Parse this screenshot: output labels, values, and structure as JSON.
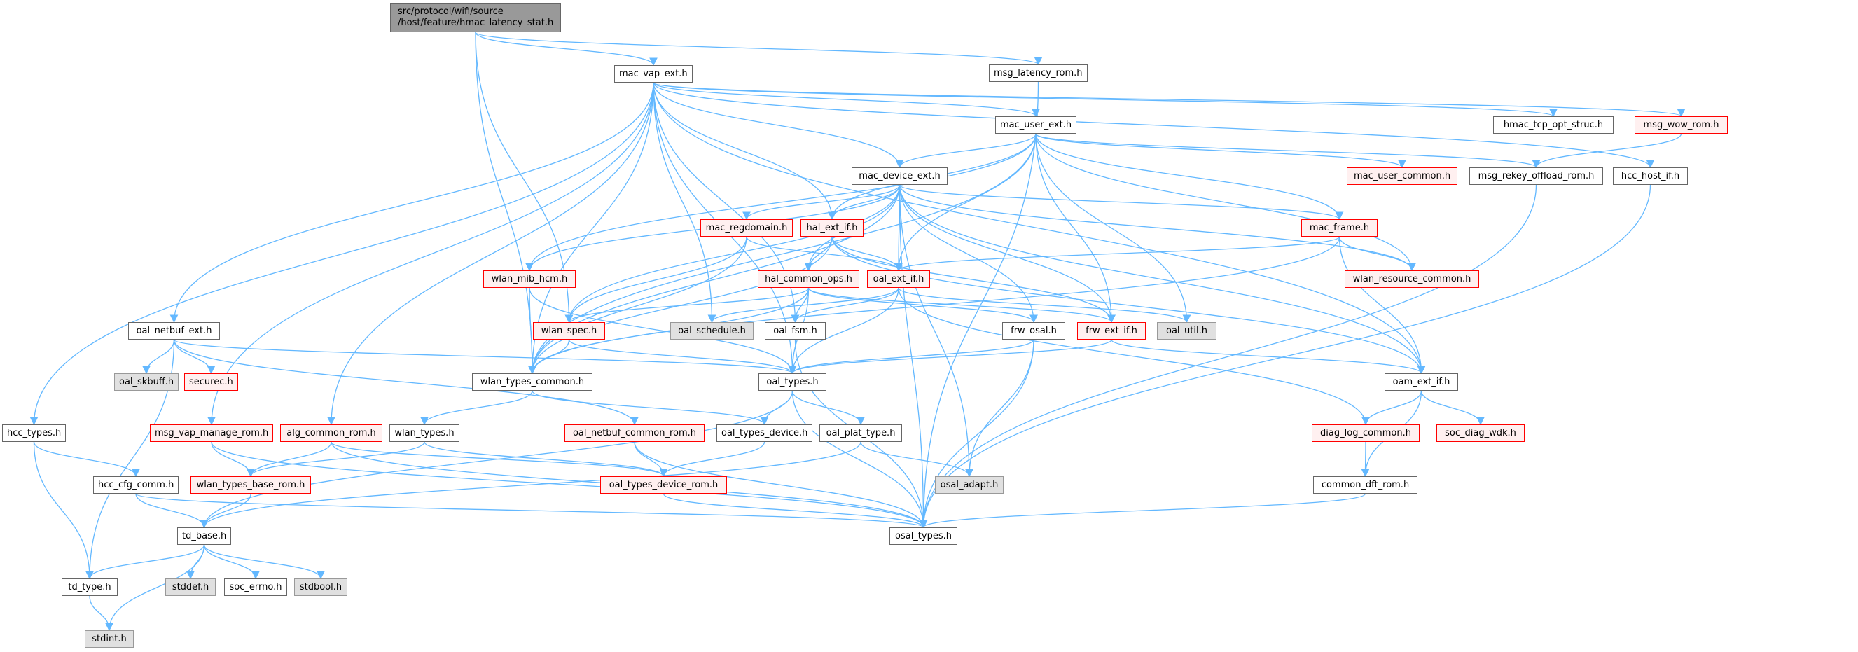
{
  "diagram": {
    "title_lines": [
      "src/protocol/wifi/source",
      "/host/feature/hmac_latency_stat.h"
    ],
    "colors": {
      "edge": "#63b8ff",
      "red_border": "#ff0000",
      "red_fill": "#fff0f0",
      "gray_fill": "#e0e0e0",
      "root_fill": "#999999"
    },
    "nodes": [
      {
        "id": "root",
        "label": "src/protocol/wifi/source /host/feature/hmac_latency_stat.h",
        "style": "root"
      },
      {
        "id": "mac_vap_ext",
        "label": "mac_vap_ext.h",
        "style": "white"
      },
      {
        "id": "msg_latency_rom",
        "label": "msg_latency_rom.h",
        "style": "white"
      },
      {
        "id": "mac_user_ext",
        "label": "mac_user_ext.h",
        "style": "white"
      },
      {
        "id": "hmac_tcp_opt_struc",
        "label": "hmac_tcp_opt_struc.h",
        "style": "white"
      },
      {
        "id": "msg_wow_rom",
        "label": "msg_wow_rom.h",
        "style": "red"
      },
      {
        "id": "mac_device_ext",
        "label": "mac_device_ext.h",
        "style": "white"
      },
      {
        "id": "mac_user_common",
        "label": "mac_user_common.h",
        "style": "red"
      },
      {
        "id": "msg_rekey_offload_rom",
        "label": "msg_rekey_offload_rom.h",
        "style": "white"
      },
      {
        "id": "hcc_host_if",
        "label": "hcc_host_if.h",
        "style": "white"
      },
      {
        "id": "mac_regdomain",
        "label": "mac_regdomain.h",
        "style": "red"
      },
      {
        "id": "hal_ext_if",
        "label": "hal_ext_if.h",
        "style": "red"
      },
      {
        "id": "mac_frame",
        "label": "mac_frame.h",
        "style": "red"
      },
      {
        "id": "wlan_mib_hcm",
        "label": "wlan_mib_hcm.h",
        "style": "red"
      },
      {
        "id": "hal_common_ops",
        "label": "hal_common_ops.h",
        "style": "red"
      },
      {
        "id": "oal_ext_if",
        "label": "oal_ext_if.h",
        "style": "red"
      },
      {
        "id": "wlan_resource_common",
        "label": "wlan_resource_common.h",
        "style": "red"
      },
      {
        "id": "wlan_spec",
        "label": "wlan_spec.h",
        "style": "red"
      },
      {
        "id": "oal_schedule",
        "label": "oal_schedule.h",
        "style": "gray"
      },
      {
        "id": "oal_fsm",
        "label": "oal_fsm.h",
        "style": "white"
      },
      {
        "id": "frw_osal",
        "label": "frw_osal.h",
        "style": "white"
      },
      {
        "id": "frw_ext_if",
        "label": "frw_ext_if.h",
        "style": "red"
      },
      {
        "id": "oal_util",
        "label": "oal_util.h",
        "style": "gray"
      },
      {
        "id": "oal_netbuf_ext",
        "label": "oal_netbuf_ext.h",
        "style": "white"
      },
      {
        "id": "oal_skbuff",
        "label": "oal_skbuff.h",
        "style": "gray"
      },
      {
        "id": "securec",
        "label": "securec.h",
        "style": "red"
      },
      {
        "id": "wlan_types_common",
        "label": "wlan_types_common.h",
        "style": "white"
      },
      {
        "id": "oal_types",
        "label": "oal_types.h",
        "style": "white"
      },
      {
        "id": "oam_ext_if",
        "label": "oam_ext_if.h",
        "style": "white"
      },
      {
        "id": "hcc_types",
        "label": "hcc_types.h",
        "style": "white"
      },
      {
        "id": "msg_vap_manage_rom",
        "label": "msg_vap_manage_rom.h",
        "style": "red"
      },
      {
        "id": "alg_common_rom",
        "label": "alg_common_rom.h",
        "style": "red"
      },
      {
        "id": "wlan_types",
        "label": "wlan_types.h",
        "style": "white"
      },
      {
        "id": "oal_netbuf_common_rom",
        "label": "oal_netbuf_common_rom.h",
        "style": "red"
      },
      {
        "id": "oal_types_device",
        "label": "oal_types_device.h",
        "style": "white"
      },
      {
        "id": "oal_plat_type",
        "label": "oal_plat_type.h",
        "style": "white"
      },
      {
        "id": "diag_log_common",
        "label": "diag_log_common.h",
        "style": "red"
      },
      {
        "id": "soc_diag_wdk",
        "label": "soc_diag_wdk.h",
        "style": "red"
      },
      {
        "id": "hcc_cfg_comm",
        "label": "hcc_cfg_comm.h",
        "style": "white"
      },
      {
        "id": "wlan_types_base_rom",
        "label": "wlan_types_base_rom.h",
        "style": "red"
      },
      {
        "id": "oal_types_device_rom",
        "label": "oal_types_device_rom.h",
        "style": "red"
      },
      {
        "id": "osal_adapt",
        "label": "osal_adapt.h",
        "style": "gray"
      },
      {
        "id": "common_dft_rom",
        "label": "common_dft_rom.h",
        "style": "white"
      },
      {
        "id": "td_base",
        "label": "td_base.h",
        "style": "white"
      },
      {
        "id": "osal_types",
        "label": "osal_types.h",
        "style": "white"
      },
      {
        "id": "td_type",
        "label": "td_type.h",
        "style": "white"
      },
      {
        "id": "stddef",
        "label": "stddef.h",
        "style": "gray"
      },
      {
        "id": "soc_errno",
        "label": "soc_errno.h",
        "style": "white"
      },
      {
        "id": "stdbool",
        "label": "stdbool.h",
        "style": "gray"
      },
      {
        "id": "stdint",
        "label": "stdint.h",
        "style": "gray"
      }
    ],
    "edges": [
      [
        "root",
        "mac_vap_ext"
      ],
      [
        "root",
        "msg_latency_rom"
      ],
      [
        "root",
        "wlan_types_common"
      ],
      [
        "root",
        "wlan_spec"
      ],
      [
        "mac_vap_ext",
        "mac_user_ext"
      ],
      [
        "mac_vap_ext",
        "hmac_tcp_opt_struc"
      ],
      [
        "mac_vap_ext",
        "msg_wow_rom"
      ],
      [
        "mac_vap_ext",
        "hcc_host_if"
      ],
      [
        "mac_vap_ext",
        "mac_device_ext"
      ],
      [
        "mac_vap_ext",
        "hal_ext_if"
      ],
      [
        "mac_vap_ext",
        "oal_netbuf_ext"
      ],
      [
        "mac_vap_ext",
        "hcc_types"
      ],
      [
        "mac_vap_ext",
        "msg_vap_manage_rom"
      ],
      [
        "mac_vap_ext",
        "alg_common_rom"
      ],
      [
        "mac_vap_ext",
        "oal_schedule"
      ],
      [
        "mac_vap_ext",
        "oal_fsm"
      ],
      [
        "mac_vap_ext",
        "wlan_types_common"
      ],
      [
        "mac_vap_ext",
        "oam_ext_if"
      ],
      [
        "mac_vap_ext",
        "oal_types"
      ],
      [
        "msg_latency_rom",
        "osal_types"
      ],
      [
        "mac_user_ext",
        "mac_device_ext"
      ],
      [
        "mac_user_ext",
        "mac_user_common"
      ],
      [
        "mac_user_ext",
        "msg_rekey_offload_rom"
      ],
      [
        "mac_user_ext",
        "hal_ext_if"
      ],
      [
        "mac_user_ext",
        "oal_ext_if"
      ],
      [
        "mac_user_ext",
        "mac_frame"
      ],
      [
        "mac_user_ext",
        "wlan_mib_hcm"
      ],
      [
        "mac_user_ext",
        "wlan_types_common"
      ],
      [
        "mac_user_ext",
        "frw_ext_if"
      ],
      [
        "mac_user_ext",
        "oal_util"
      ],
      [
        "mac_user_ext",
        "wlan_resource_common"
      ],
      [
        "msg_wow_rom",
        "msg_rekey_offload_rom"
      ],
      [
        "msg_rekey_offload_rom",
        "osal_types"
      ],
      [
        "hcc_host_if",
        "osal_types"
      ],
      [
        "mac_device_ext",
        "mac_regdomain"
      ],
      [
        "mac_device_ext",
        "hal_ext_if"
      ],
      [
        "mac_device_ext",
        "mac_frame"
      ],
      [
        "mac_device_ext",
        "wlan_mib_hcm"
      ],
      [
        "mac_device_ext",
        "hal_common_ops"
      ],
      [
        "mac_device_ext",
        "oal_ext_if"
      ],
      [
        "mac_device_ext",
        "wlan_resource_common"
      ],
      [
        "mac_device_ext",
        "wlan_spec"
      ],
      [
        "mac_device_ext",
        "frw_osal"
      ],
      [
        "mac_device_ext",
        "frw_ext_if"
      ],
      [
        "mac_device_ext",
        "oam_ext_if"
      ],
      [
        "mac_device_ext",
        "osal_adapt"
      ],
      [
        "mac_device_ext",
        "osal_types"
      ],
      [
        "mac_device_ext",
        "wlan_types_common"
      ],
      [
        "mac_regdomain",
        "oal_ext_if"
      ],
      [
        "mac_regdomain",
        "wlan_spec"
      ],
      [
        "mac_regdomain",
        "wlan_types_common"
      ],
      [
        "hal_ext_if",
        "hal_common_ops"
      ],
      [
        "hal_ext_if",
        "oal_ext_if"
      ],
      [
        "hal_ext_if",
        "frw_ext_if"
      ],
      [
        "hal_ext_if",
        "wlan_types_common"
      ],
      [
        "hal_ext_if",
        "oam_ext_if"
      ],
      [
        "mac_frame",
        "wlan_resource_common"
      ],
      [
        "mac_frame",
        "oal_ext_if"
      ],
      [
        "mac_frame",
        "oam_ext_if"
      ],
      [
        "mac_frame",
        "wlan_types_common"
      ],
      [
        "wlan_mib_hcm",
        "wlan_types_common"
      ],
      [
        "wlan_mib_hcm",
        "oal_types"
      ],
      [
        "hal_common_ops",
        "wlan_spec"
      ],
      [
        "hal_common_ops",
        "oal_fsm"
      ],
      [
        "hal_common_ops",
        "oal_types"
      ],
      [
        "hal_common_ops",
        "frw_osal"
      ],
      [
        "hal_common_ops",
        "frw_ext_if"
      ],
      [
        "hal_common_ops",
        "wlan_types_common"
      ],
      [
        "oal_ext_if",
        "oal_schedule"
      ],
      [
        "oal_ext_if",
        "oal_fsm"
      ],
      [
        "oal_ext_if",
        "oal_util"
      ],
      [
        "oal_ext_if",
        "oal_types"
      ],
      [
        "oal_ext_if",
        "diag_log_common"
      ],
      [
        "wlan_spec",
        "wlan_types_common"
      ],
      [
        "wlan_spec",
        "oal_types"
      ],
      [
        "oal_fsm",
        "osal_types"
      ],
      [
        "frw_osal",
        "oal_types"
      ],
      [
        "frw_osal",
        "osal_adapt"
      ],
      [
        "frw_osal",
        "osal_types"
      ],
      [
        "frw_ext_if",
        "oal_types"
      ],
      [
        "frw_ext_if",
        "oam_ext_if"
      ],
      [
        "oal_netbuf_ext",
        "oal_skbuff"
      ],
      [
        "oal_netbuf_ext",
        "securec"
      ],
      [
        "oal_netbuf_ext",
        "oal_types"
      ],
      [
        "oal_netbuf_ext",
        "oal_netbuf_common_rom"
      ],
      [
        "oal_netbuf_ext",
        "td_type"
      ],
      [
        "wlan_types_common",
        "wlan_types"
      ],
      [
        "wlan_types_common",
        "oal_types_device"
      ],
      [
        "oal_types",
        "oal_types_device"
      ],
      [
        "oal_types",
        "oal_plat_type"
      ],
      [
        "oal_types",
        "osal_types"
      ],
      [
        "oal_types",
        "td_base"
      ],
      [
        "oam_ext_if",
        "diag_log_common"
      ],
      [
        "oam_ext_if",
        "soc_diag_wdk"
      ],
      [
        "oam_ext_if",
        "common_dft_rom"
      ],
      [
        "hcc_types",
        "hcc_cfg_comm"
      ],
      [
        "hcc_types",
        "td_type"
      ],
      [
        "msg_vap_manage_rom",
        "wlan_types_base_rom"
      ],
      [
        "msg_vap_manage_rom",
        "osal_types"
      ],
      [
        "alg_common_rom",
        "wlan_types_base_rom"
      ],
      [
        "alg_common_rom",
        "oal_types_device_rom"
      ],
      [
        "alg_common_rom",
        "osal_types"
      ],
      [
        "wlan_types",
        "wlan_types_base_rom"
      ],
      [
        "wlan_types",
        "oal_types_device_rom"
      ],
      [
        "oal_netbuf_common_rom",
        "oal_types_device_rom"
      ],
      [
        "oal_netbuf_common_rom",
        "osal_types"
      ],
      [
        "oal_types_device",
        "oal_types_device_rom"
      ],
      [
        "oal_plat_type",
        "osal_adapt"
      ],
      [
        "oal_plat_type",
        "td_base"
      ],
      [
        "diag_log_common",
        "common_dft_rom"
      ],
      [
        "common_dft_rom",
        "osal_types"
      ],
      [
        "hcc_cfg_comm",
        "td_base"
      ],
      [
        "hcc_cfg_comm",
        "osal_types"
      ],
      [
        "wlan_types_base_rom",
        "td_base"
      ],
      [
        "oal_types_device_rom",
        "osal_types"
      ],
      [
        "td_base",
        "td_type"
      ],
      [
        "td_base",
        "stddef"
      ],
      [
        "td_base",
        "soc_errno"
      ],
      [
        "td_base",
        "stdbool"
      ],
      [
        "td_base",
        "stdint"
      ],
      [
        "td_type",
        "stdint"
      ]
    ]
  }
}
